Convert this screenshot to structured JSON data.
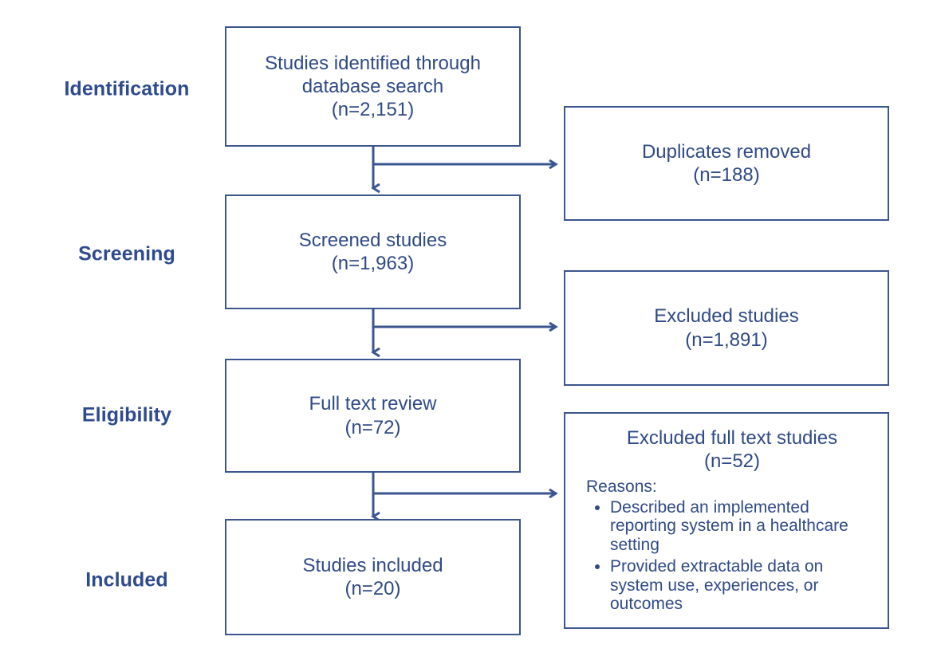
{
  "diagram": {
    "type": "prisma-flow-diagram",
    "accent_color": "#2f4a87",
    "border_color": "#3b558f",
    "connector_color": "#3b558f",
    "background": "#ffffff"
  },
  "stages": [
    {
      "label": "Identification"
    },
    {
      "label": "Screening"
    },
    {
      "label": "Eligibility"
    },
    {
      "label": "Included"
    }
  ],
  "main_boxes": [
    {
      "line1": "Studies identified through",
      "line2": "database search",
      "line3": "(n=2,151)"
    },
    {
      "line1": "Screened studies",
      "line2": "(n=1,963)"
    },
    {
      "line1": "Full text review",
      "line2": "(n=72)"
    },
    {
      "line1": "Studies included",
      "line2": "(n=20)"
    }
  ],
  "side_boxes": [
    {
      "line1": "Duplicates removed",
      "line2": "(n=188)"
    },
    {
      "line1": "Excluded studies",
      "line2": "(n=1,891)"
    }
  ],
  "excluded_full_text": {
    "line1": "Excluded full text studies",
    "line2": "(n=52)",
    "reasons_label": "Reasons:",
    "reasons": [
      "Described an implemented reporting system in a healthcare setting",
      "Provided extractable data on system use, experiences, or outcomes"
    ]
  }
}
